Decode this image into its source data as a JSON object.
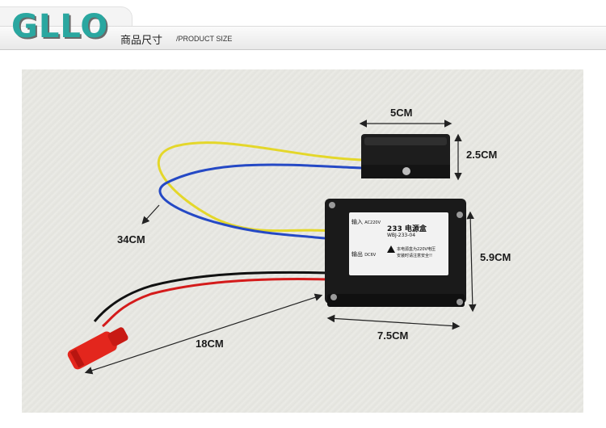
{
  "header": {
    "logo": "GLLO",
    "title_cn": "商品尺寸",
    "title_en": "/PRODUCT SIZE"
  },
  "dimensions": {
    "small_box_width": "5CM",
    "small_box_height": "2.5CM",
    "wire_top": "34CM",
    "main_box_height": "5.9CM",
    "main_box_width": "7.5CM",
    "wire_red": "18CM"
  },
  "label": {
    "title": "233 电源盒",
    "model": "WBJ-233-04",
    "input": "输入",
    "input_value": "AC220V",
    "output": "输出",
    "output_value": "DC6V",
    "warning_line1": "本电源盒为220V电压",
    "warning_line2": "安装时请注意安全!!"
  }
}
